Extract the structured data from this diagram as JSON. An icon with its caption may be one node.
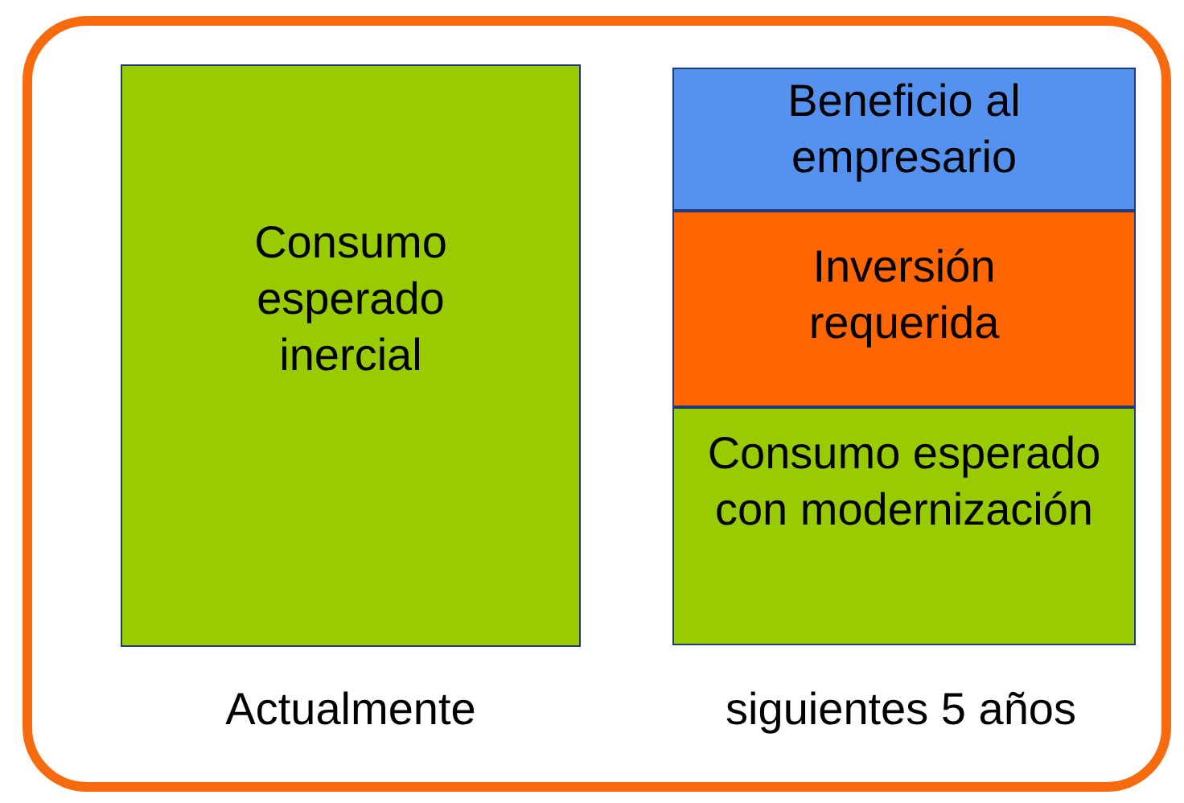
{
  "diagram": {
    "nodes": [
      {
        "text": [],
        "shape": "box"
      },
      {
        "text": [
          "Consumo esperado inercial"
        ],
        "in": 0
      },
      {
        "text": [
          "Beneficio al empresario"
        ],
        "in": 0
      },
      {
        "text": [
          "Inversión requerida"
        ],
        "in": 0
      },
      {
        "text": [
          "Consumo esperado con modernización"
        ],
        "in": 0
      }
    ],
    "labels": [
      "Actualmente",
      "siguientes 5 años"
    ]
  }
}
